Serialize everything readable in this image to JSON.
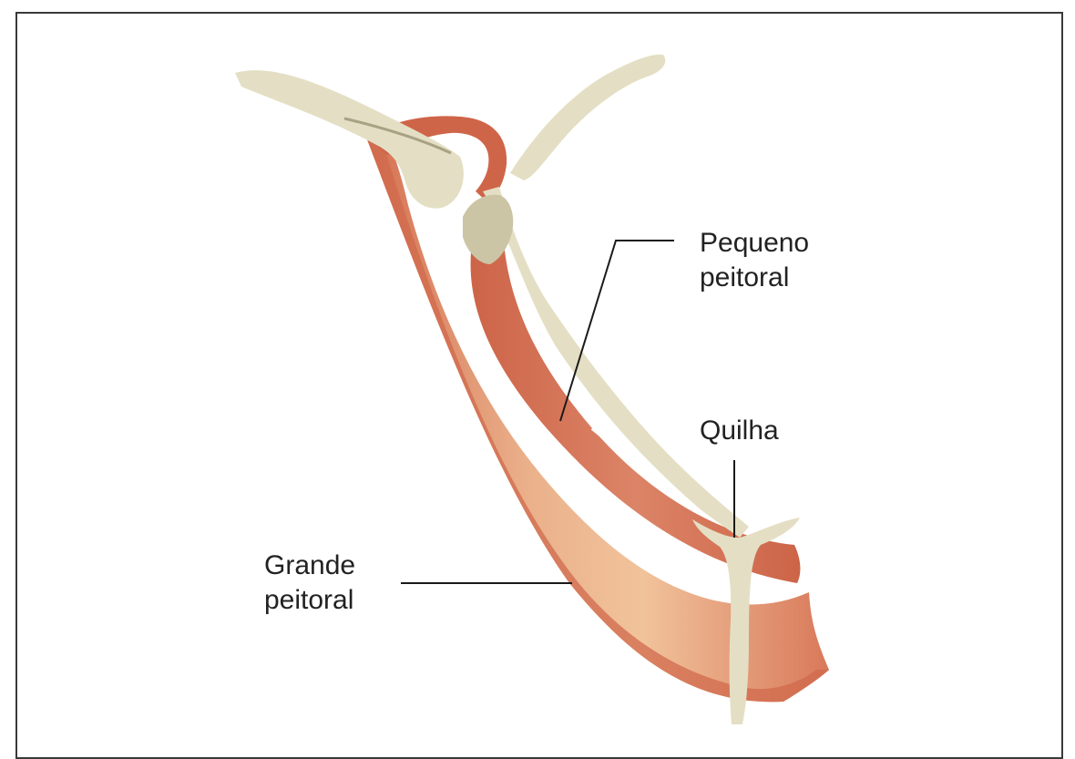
{
  "labels": {
    "small_pectoral": {
      "line1": "Pequeno",
      "line2": "peitoral"
    },
    "keel": "Quilha",
    "large_pectoral": {
      "line1": "Grande",
      "line2": "peitoral"
    }
  },
  "colors": {
    "bone": "#e4dfc4",
    "bone_dark": "#cbc5a6",
    "muscle": "#d0694c",
    "muscle_light": "#efbd94",
    "leader_line": "#1a1a1a"
  }
}
